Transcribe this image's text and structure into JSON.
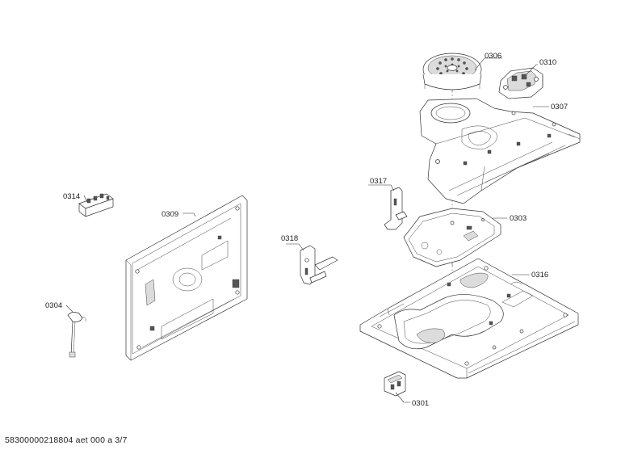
{
  "callouts": {
    "c0306": "0306",
    "c0310": "0310",
    "c0307": "0307",
    "c0317": "0317",
    "c0303": "0303",
    "c0316": "0316",
    "c0301": "0301",
    "c0314": "0314",
    "c0309": "0309",
    "c0318": "0318",
    "c0304": "0304"
  },
  "footer": "58300000218804 aet 000 a 3/7"
}
